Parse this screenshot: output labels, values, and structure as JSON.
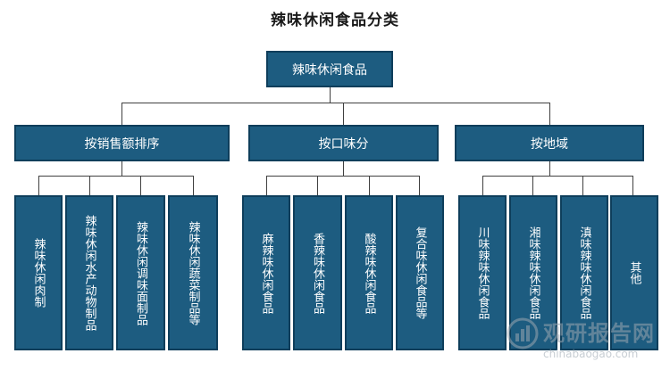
{
  "title": "辣味休闲食品分类",
  "root": "辣味休闲食品",
  "categories": [
    {
      "label": "按销售额排序",
      "leaves": [
        "辣味休闲肉制",
        "辣味休闲水产动物制品",
        "辣味休闲调味面制品",
        "辣味休闲蔬菜制品等"
      ]
    },
    {
      "label": "按口味分",
      "leaves": [
        "麻辣味休闲食品",
        "香辣味休闲食品",
        "酸辣味休闲食品",
        "复合味休闲食品等"
      ]
    },
    {
      "label": "按地域",
      "leaves": [
        "川味辣味休闲食品",
        "湘味辣味休闲食品",
        "滇味辣味休闲食品",
        "其他"
      ]
    }
  ],
  "watermark": {
    "brand_cn": "观研报告网",
    "brand_en": "chinabaogao.com",
    "icon": "chart-logo-icon"
  }
}
